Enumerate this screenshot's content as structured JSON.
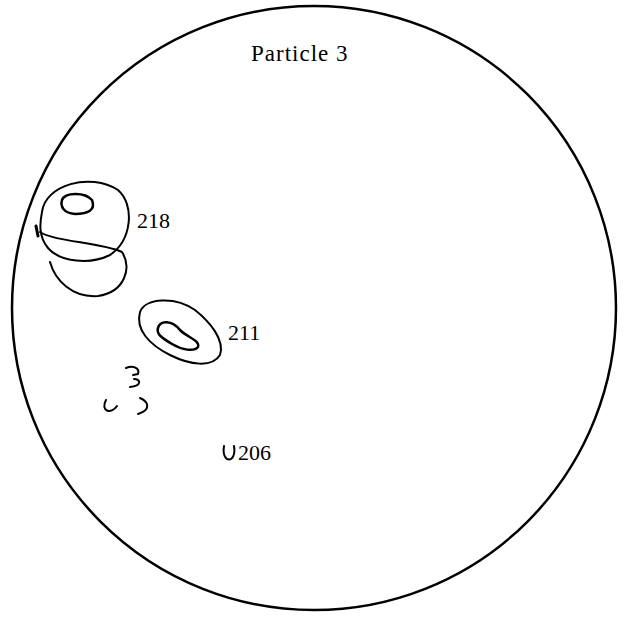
{
  "diagram": {
    "title": "Particle 3",
    "labels": [
      "218",
      "211",
      "206"
    ]
  }
}
